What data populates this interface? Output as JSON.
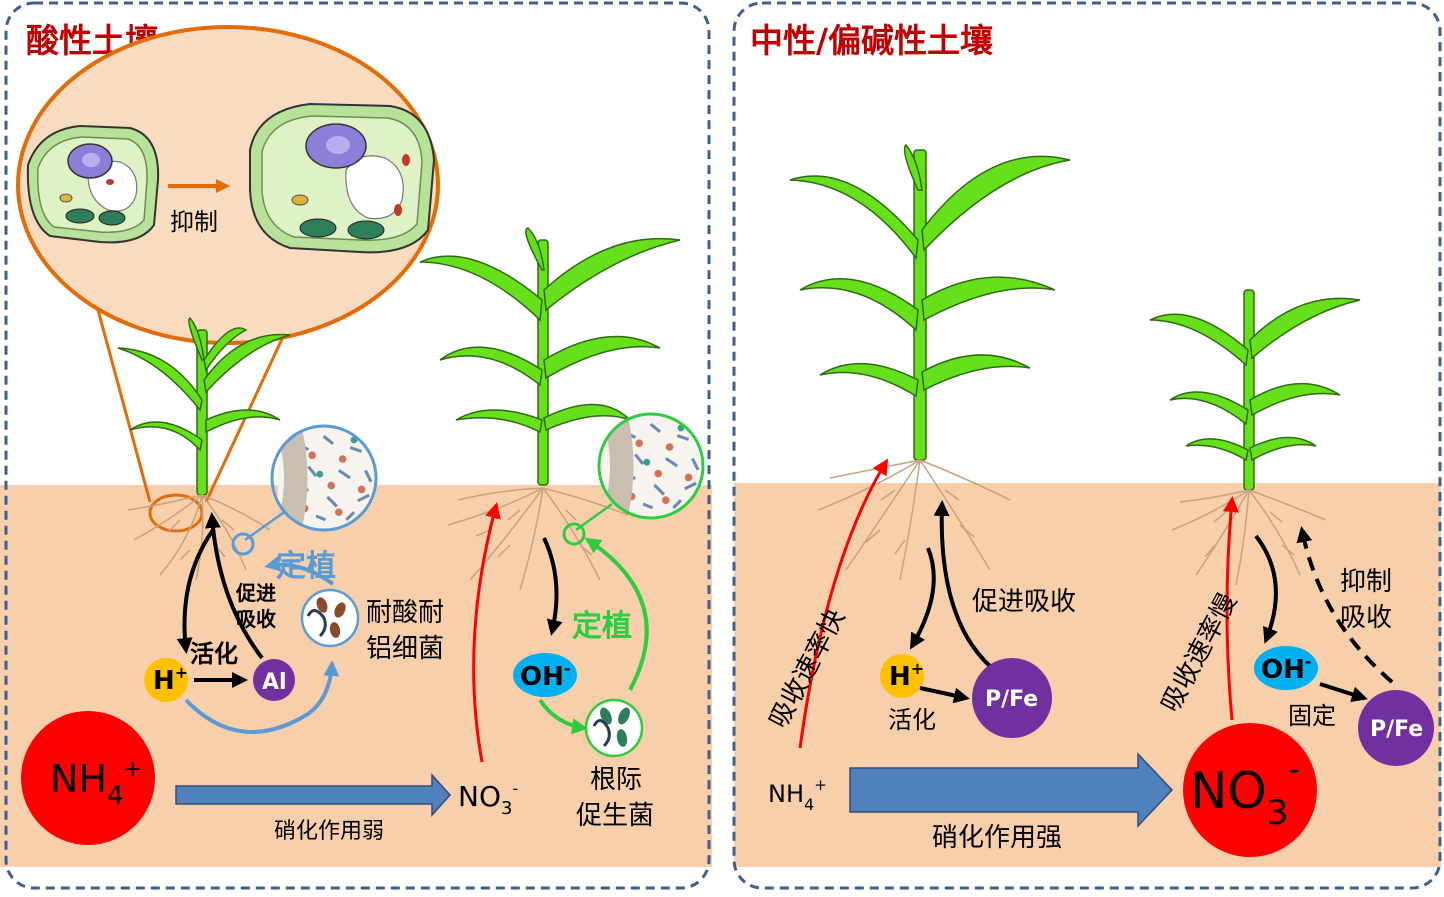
{
  "colors": {
    "panel_border": "#3f5f8f",
    "soil": "#f8cfab",
    "title_red": "#c00000",
    "orange": "#e36c09",
    "blue_light": "#5b9bd5",
    "green": "#2ecc40",
    "arrow_red": "#ff0000",
    "nitrification_blue": "#4f81bd",
    "h_yellow": "#ffc000",
    "purple": "#7030a0",
    "oh_blue": "#00b0f0",
    "nh4_red": "#ff0000",
    "leaf_green": "#66e01a",
    "root_tan": "#c8a27c"
  },
  "left": {
    "title": "酸性土壤",
    "inhibit_label": "抑制",
    "colonize_label": "定植",
    "promote_absorb_1": "促进",
    "promote_absorb_2": "吸收",
    "activate_label": "活化",
    "h_label": "H",
    "h_sup": "+",
    "al_label": "Al",
    "bacteria_label_1": "耐酸耐",
    "bacteria_label_2": "铝细菌",
    "nh4_label": "NH",
    "nh4_sub": "4",
    "nh4_sup": "+",
    "no3_label": "NO",
    "no3_sub": "3",
    "no3_sup": "-",
    "nitrification_label": "硝化作用弱",
    "oh_label": "OH",
    "oh_sup": "-",
    "colonize_label_2": "定植",
    "pgpr_label_1": "根际",
    "pgpr_label_2": "促生菌"
  },
  "right": {
    "title": "中性/偏碱性土壤",
    "fast_rate_label": "吸收速率快",
    "promote_absorb": "促进吸收",
    "h_label": "H",
    "h_sup": "+",
    "pfe_label": "P/Fe",
    "activate_label": "活化",
    "nh4_label": "NH",
    "nh4_sub": "4",
    "nh4_sup": "+",
    "nitrification_label": "硝化作用强",
    "slow_rate_label": "吸收速率慢",
    "inhibit_absorb_1": "抑制",
    "inhibit_absorb_2": "吸收",
    "oh_label": "OH",
    "oh_sup": "-",
    "fix_label": "固定",
    "pfe_label_2": "P/Fe",
    "no3_label": "NO",
    "no3_sub": "3",
    "no3_sup": "-"
  }
}
